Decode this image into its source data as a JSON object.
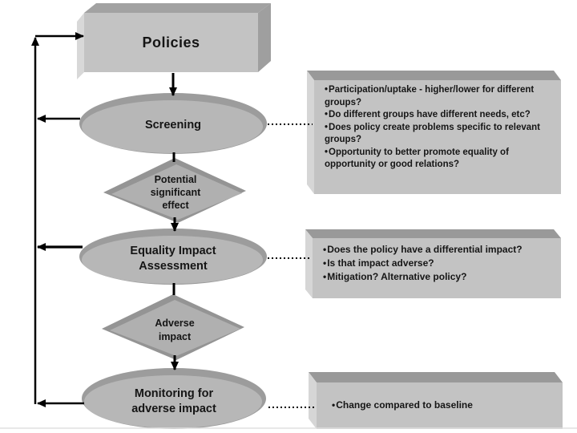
{
  "flow": {
    "policies": "Policies",
    "screening": "Screening",
    "potential_lines": [
      "Potential",
      "significant",
      "effect"
    ],
    "eqia_lines": [
      "Equality Impact",
      "Assessment"
    ],
    "adverse_lines": [
      "Adverse",
      "impact"
    ],
    "monitoring_lines": [
      "Monitoring for",
      "adverse impact"
    ]
  },
  "bullet_glyph": "•",
  "notes": {
    "screening_box": {
      "items": [
        "Participation/uptake  - higher/lower for different groups?",
        "Do different groups have different needs, etc?",
        "Does policy create problems specific to relevant groups?",
        "Opportunity to better promote equality of opportunity or good relations?"
      ]
    },
    "eqia_box": {
      "items": [
        "Does the policy have a differential impact?",
        "Is that impact adverse?",
        "Mitigation? Alternative policy?"
      ]
    },
    "monitoring_box": {
      "items": [
        "Change compared to baseline"
      ]
    }
  },
  "colors": {
    "face": "#c3c3c3",
    "top_face": "#9b9b9b",
    "side_light": "#d7d7d7",
    "ellipse_rim": "#9c9c9c",
    "ellipse_fill": "#b7b7b7",
    "diamond_back": "#949494",
    "diamond_fill": "#b0b0b0",
    "line": "#000000",
    "text": "#151515"
  }
}
